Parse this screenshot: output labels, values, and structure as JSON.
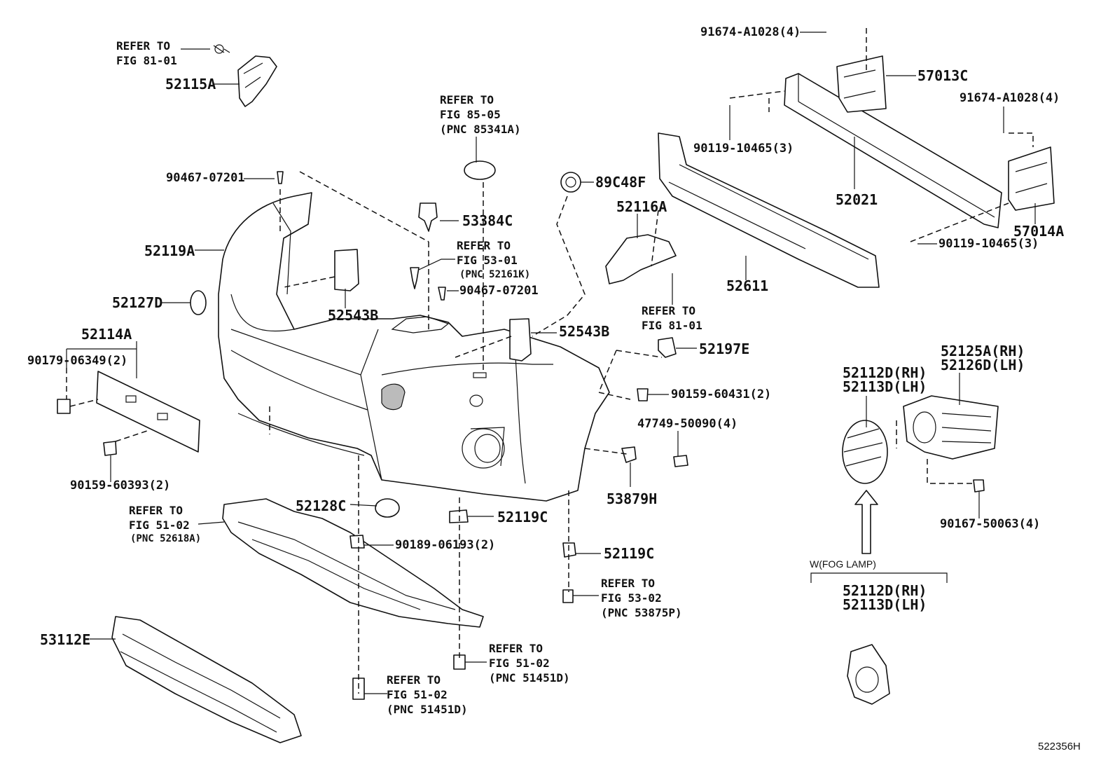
{
  "diagram_id": "522356H",
  "fog_lamp_group_label": "W(FOG LAMP)",
  "labels": {
    "refer_81_01_top": "REFER TO\nFIG 81-01",
    "p52115A": "52115A",
    "refer_85_05": "REFER TO\nFIG 85-05\n(PNC 85341A)",
    "p90467_top": "90467-07201",
    "p53384C": "53384C",
    "refer_53_01": "REFER TO\nFIG 53-01",
    "pnc_52161K": "(PNC 52161K)",
    "p90467_mid": "90467-07201",
    "p52119A": "52119A",
    "p52127D": "52127D",
    "p52543B_left": "52543B",
    "p52543B_right": "52543B",
    "p89C48F": "89C48F",
    "p52116A": "52116A",
    "refer_81_01_mid": "REFER TO\nFIG 81-01",
    "p52197E": "52197E",
    "p90159_60431": "90159-60431(2)",
    "p47749": "47749-50090(4)",
    "p53879H": "53879H",
    "p52114A": "52114A",
    "p90179": "90179-06349(2)",
    "p90159_60393": "90159-60393(2)",
    "refer_51_02_a": "REFER TO\nFIG 51-02",
    "pnc_52618A": "(PNC 52618A)",
    "p52128C": "52128C",
    "p52119C_mid": "52119C",
    "p90189": "90189-06193(2)",
    "p52119C_low": "52119C",
    "refer_53_02": "REFER TO\nFIG 53-02\n(PNC 53875P)",
    "p53112E": "53112E",
    "refer_51_02_b": "REFER TO\nFIG 51-02\n(PNC 51451D)",
    "refer_51_02_c": "REFER TO\nFIG 51-02\n(PNC 51451D)",
    "p91674_top": "91674-A1028(4)",
    "p57013C": "57013C",
    "p91674_right": "91674-A1028(4)",
    "p90119_left": "90119-10465(3)",
    "p52021": "52021",
    "p57014A": "57014A",
    "p90119_right": "90119-10465(3)",
    "p52611": "52611",
    "p52125A": "52125A(RH)\n52126D(LH)",
    "p52112D_a": "52112D(RH)\n52113D(LH)",
    "p90167": "90167-50063(4)",
    "p52112D_b": "52112D(RH)\n52113D(LH)"
  }
}
